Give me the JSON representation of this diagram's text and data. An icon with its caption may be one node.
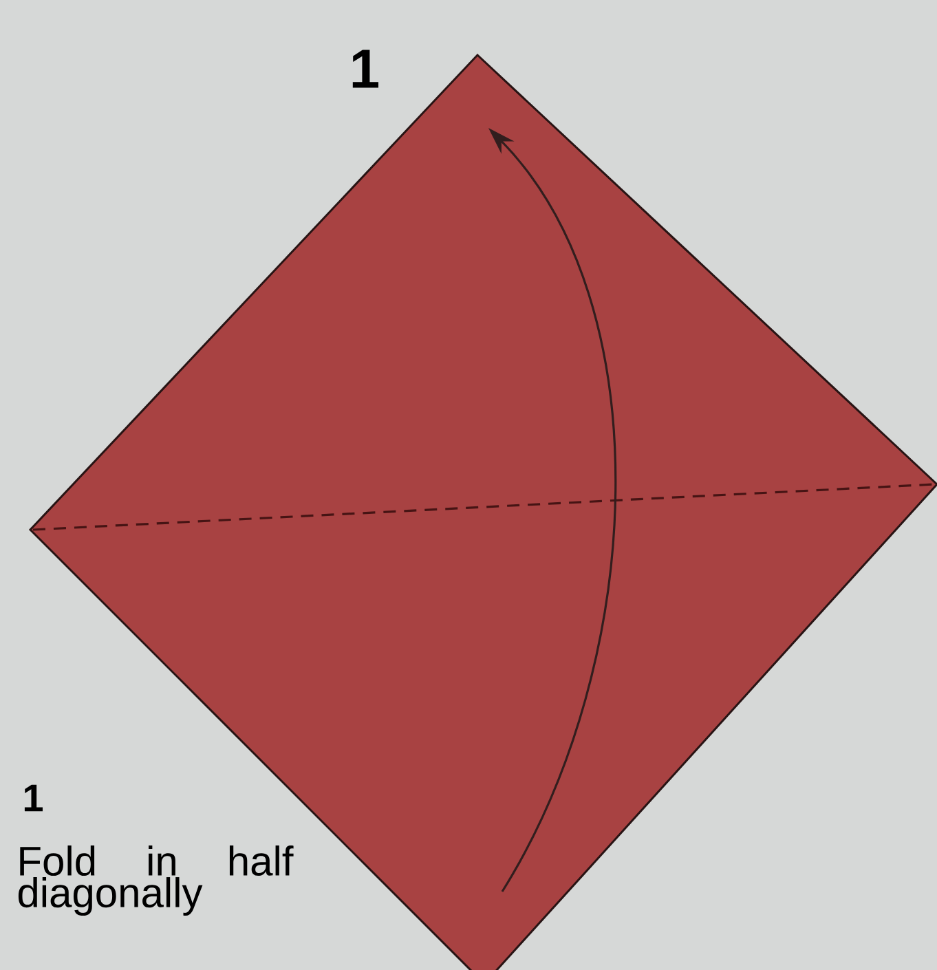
{
  "diagram": {
    "labels": [
      "1",
      "1",
      "Fold in half diagonally"
    ]
  }
}
